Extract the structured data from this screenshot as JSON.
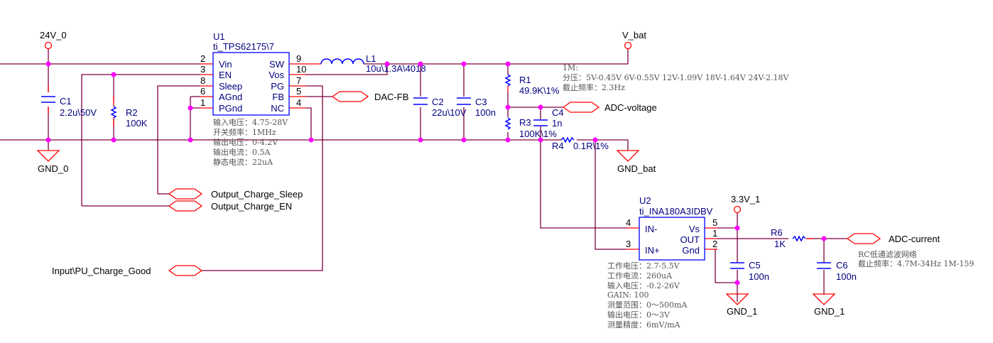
{
  "power_ports": {
    "vin": "24V_0",
    "vbat": "V_bat",
    "v33": "3.3V_1"
  },
  "grounds": {
    "gnd0": "GND_0",
    "gndbat": "GND_bat",
    "gnd1a": "GND_1",
    "gnd1b": "GND_1"
  },
  "u1": {
    "ref": "U1",
    "part": "ti_TPS62175\\7",
    "left_pins": [
      {
        "num": "2",
        "name": "Vin"
      },
      {
        "num": "3",
        "name": "EN"
      },
      {
        "num": "8",
        "name": "Sleep"
      },
      {
        "num": "6",
        "name": "AGnd"
      },
      {
        "num": "1",
        "name": "PGnd"
      }
    ],
    "right_pins": [
      {
        "num": "9",
        "name": "SW"
      },
      {
        "num": "10",
        "name": "Vos"
      },
      {
        "num": "7",
        "name": "PG"
      },
      {
        "num": "5",
        "name": "FB"
      },
      {
        "num": "4",
        "name": "NC"
      }
    ],
    "notes": [
      "输入电压：4.75-28V",
      "开关频率：1MHz",
      "输出电压：0-4.2V",
      "输出电流：0.5A",
      "静态电流：22uA"
    ]
  },
  "u2": {
    "ref": "U2",
    "part": "ti_INA180A3IDBV",
    "left_pins": [
      {
        "num": "4",
        "name": "IN-"
      },
      {
        "num": "3",
        "name": "IN+"
      }
    ],
    "right_pins": [
      {
        "num": "5",
        "name": "Vs"
      },
      {
        "num": "1",
        "name": "OUT"
      },
      {
        "num": "2",
        "name": "Gnd"
      }
    ],
    "notes": [
      "工作电压：2.7-5.5V",
      "工作电流：260uA",
      "输入电压：-0.2-26V",
      "GAIN: 100",
      "测量范围：0～500mA",
      "输出电压：0～3V",
      "测量精度：6mV/mA"
    ]
  },
  "components": {
    "c1": {
      "ref": "C1",
      "value": "2.2u\\50V"
    },
    "r2": {
      "ref": "R2",
      "value": "100K"
    },
    "l1": {
      "ref": "L1",
      "value": "10u\\1.3A\\4018"
    },
    "c2": {
      "ref": "C2",
      "value": "22u\\10V"
    },
    "c3": {
      "ref": "C3",
      "value": "100n"
    },
    "r1": {
      "ref": "R1",
      "value": "49.9K\\1%"
    },
    "r3": {
      "ref": "R3",
      "value": "100K\\1%"
    },
    "c4": {
      "ref": "C4",
      "value": "1n"
    },
    "r4": {
      "ref": "R4",
      "value": "0.1R\\1%"
    },
    "c5": {
      "ref": "C5",
      "value": "100n"
    },
    "r6": {
      "ref": "R6",
      "value": "1K"
    },
    "c6": {
      "ref": "C6",
      "value": "100n"
    }
  },
  "net_labels": {
    "dac_fb": "DAC-FB",
    "adc_voltage": "ADC-voltage",
    "adc_current": "ADC-current",
    "charge_sleep": "Output_Charge_Sleep",
    "charge_en": "Output_Charge_EN",
    "charge_good": "Input\\PU_Charge_Good"
  },
  "divider_note": [
    "1M:",
    "分压：5V-0.45V 6V-0.55V 12V-1.09V 18V-1.64V 24V-2.18V",
    "截止频率：2.3Hz"
  ],
  "rc_note": [
    "RC低通滤波网络",
    "截止频率：4.7M-34Hz 1M-159"
  ],
  "colors": {
    "wire": "#800040",
    "pin_stub": "#ff0000",
    "component": "#0000ff",
    "junction": "#ff00ff",
    "port": "#ff0000"
  }
}
